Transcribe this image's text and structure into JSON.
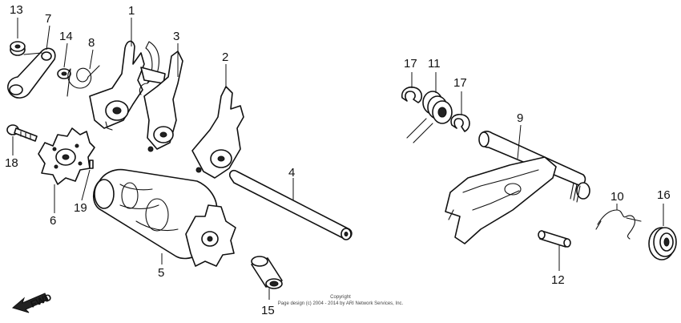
{
  "diagram": {
    "callouts": {
      "c1": "1",
      "c2": "2",
      "c3": "3",
      "c4": "4",
      "c5": "5",
      "c6": "6",
      "c7": "7",
      "c8": "8",
      "c9": "9",
      "c10": "10",
      "c11": "11",
      "c12": "12",
      "c13": "13",
      "c14": "14",
      "c15": "15",
      "c16": "16",
      "c17a": "17",
      "c17b": "17",
      "c18": "18",
      "c19": "19"
    },
    "fwd_label": "FWD",
    "copyright": {
      "line1": "Copyright",
      "line2": "Page design (c) 2004 - 2014 by ARI Network Services, Inc."
    }
  }
}
